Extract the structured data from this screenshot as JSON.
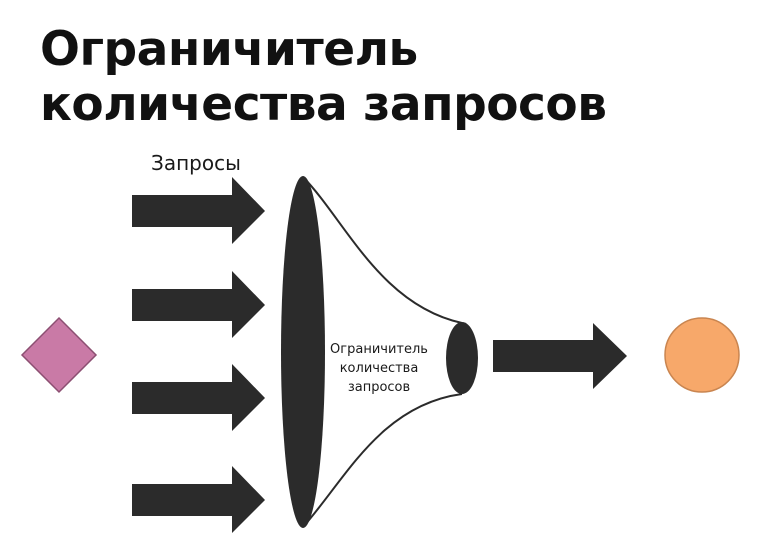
{
  "title": {
    "line1": "Ограничитель",
    "line2": "количества запросов"
  },
  "diagram": {
    "requests_label": "Запросы",
    "limiter_label": {
      "line1": "Ограничитель",
      "line2": "количества",
      "line3": "запросов"
    }
  },
  "colors": {
    "shape_fill": "#2b2b2b",
    "client_diamond": "#c97aa6",
    "server_circle": "#f7a86a"
  }
}
